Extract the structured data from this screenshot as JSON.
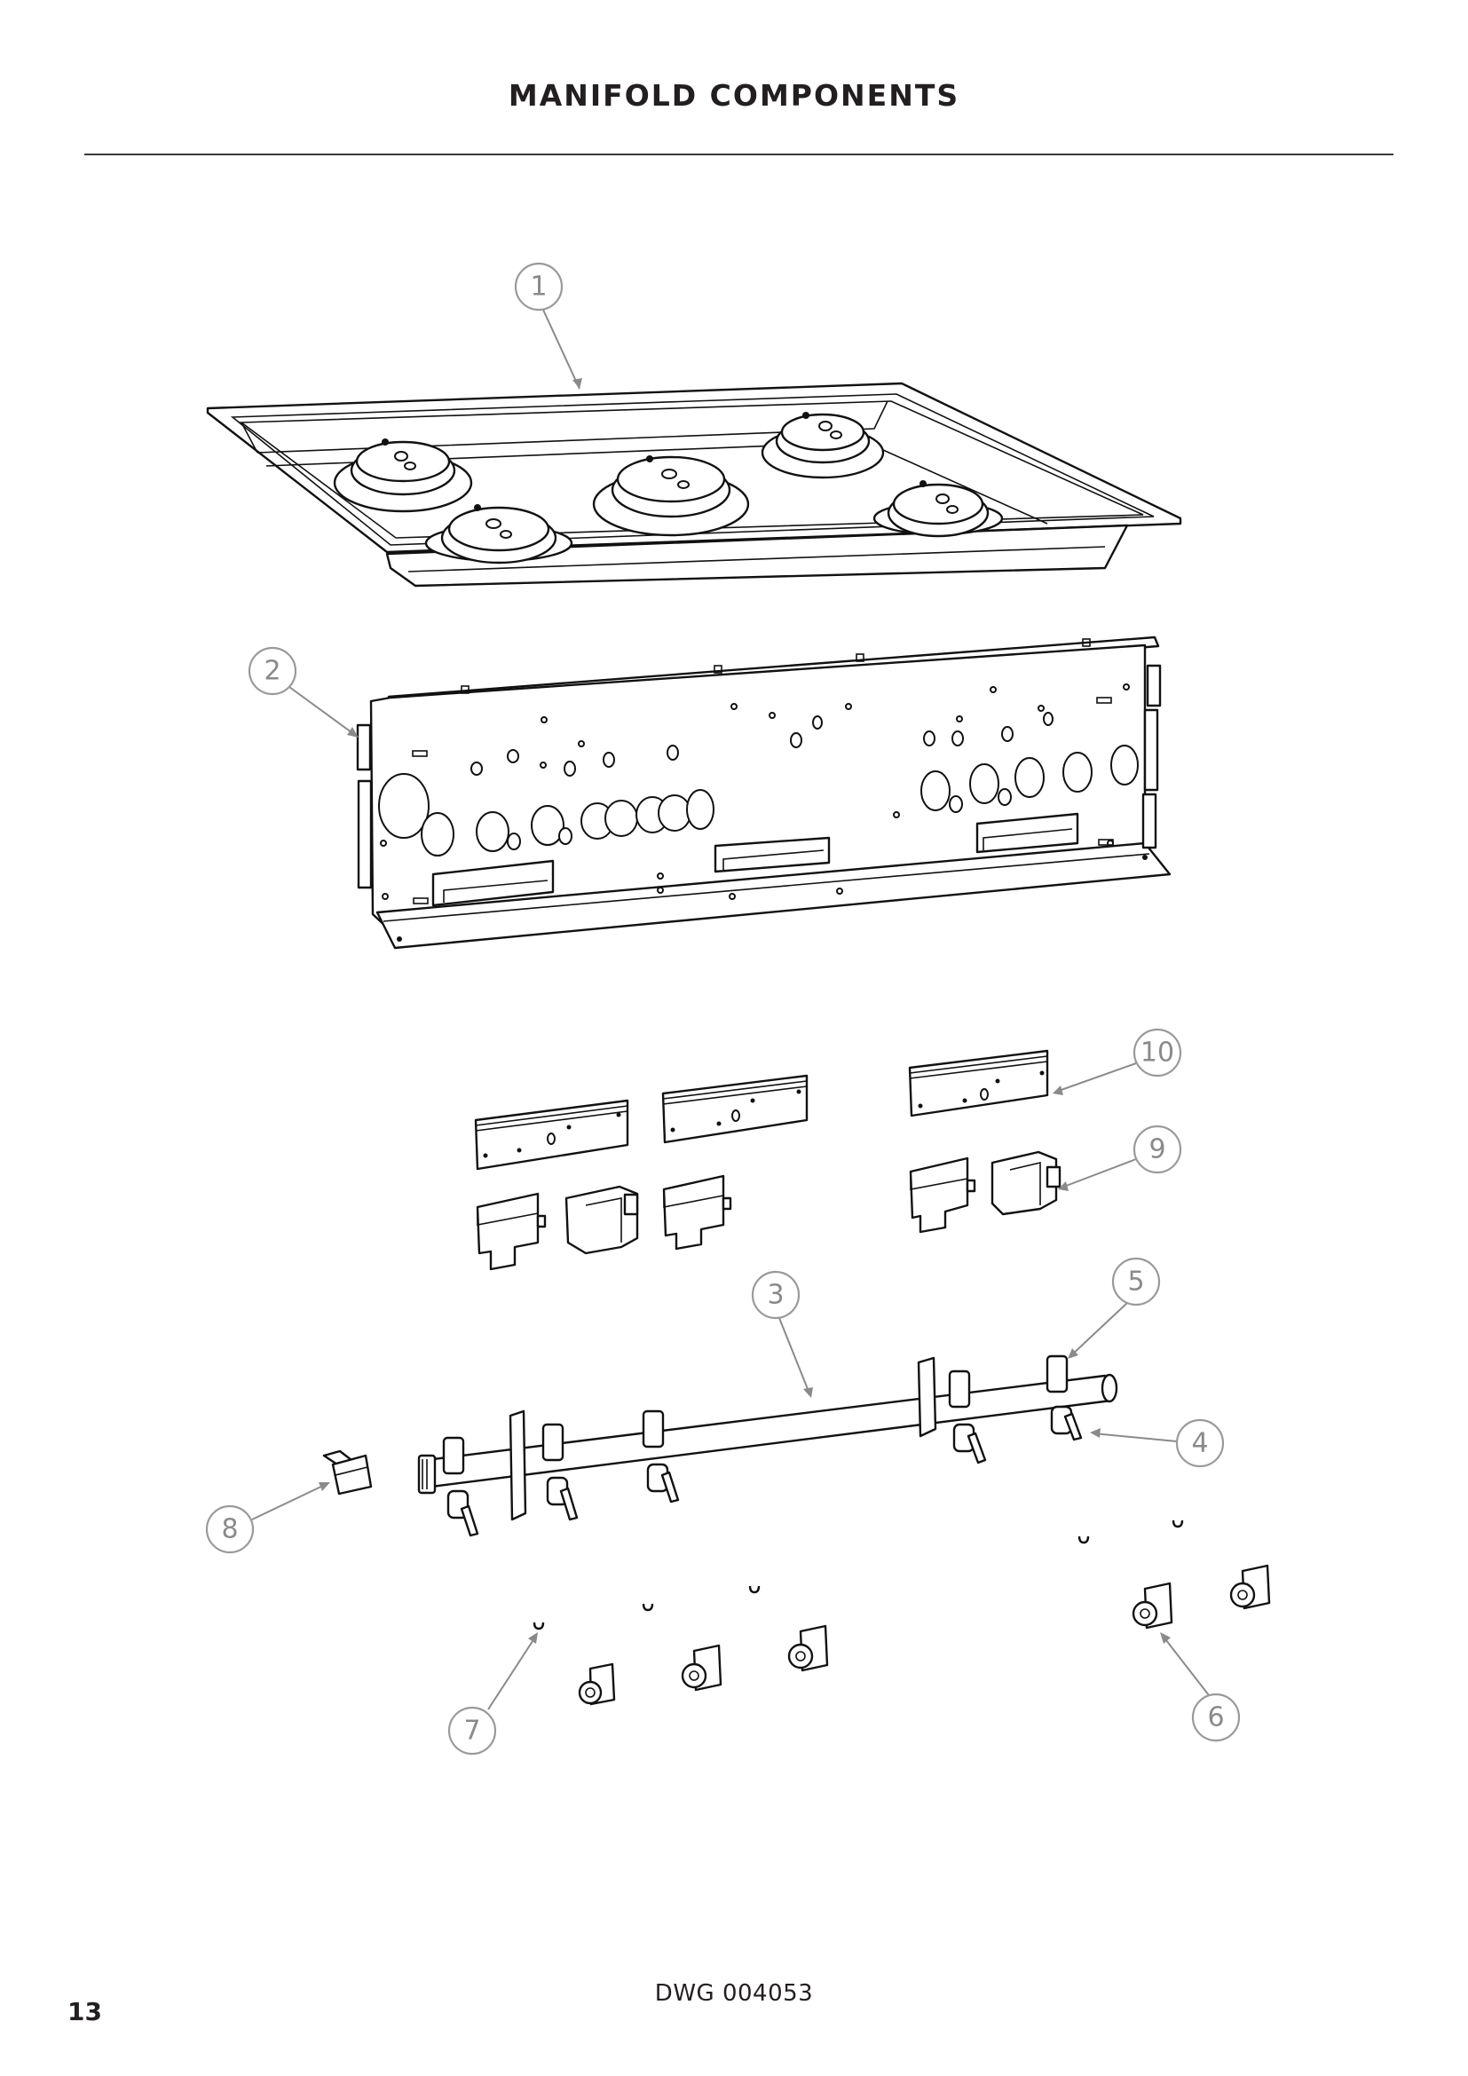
{
  "page": {
    "title": "MANIFOLD COMPONENTS",
    "drawing_number": "DWG 004053",
    "page_number": "13"
  },
  "colors": {
    "text": "#231f20",
    "line_art": "#111111",
    "callout": "#9a9a9a"
  },
  "callouts": [
    {
      "id": "1",
      "label": "1",
      "part": "cooktop-tray"
    },
    {
      "id": "2",
      "label": "2",
      "part": "manifold-panel"
    },
    {
      "id": "3",
      "label": "3",
      "part": "manifold-pipe"
    },
    {
      "id": "4",
      "label": "4",
      "part": "valve-spindle"
    },
    {
      "id": "5",
      "label": "5",
      "part": "valve-clamp"
    },
    {
      "id": "6",
      "label": "6",
      "part": "ignition-switch"
    },
    {
      "id": "7",
      "label": "7",
      "part": "retaining-clip"
    },
    {
      "id": "8",
      "label": "8",
      "part": "gas-inlet-fitting"
    },
    {
      "id": "9",
      "label": "9",
      "part": "spark-module"
    },
    {
      "id": "10",
      "label": "10",
      "part": "module-bracket"
    }
  ]
}
